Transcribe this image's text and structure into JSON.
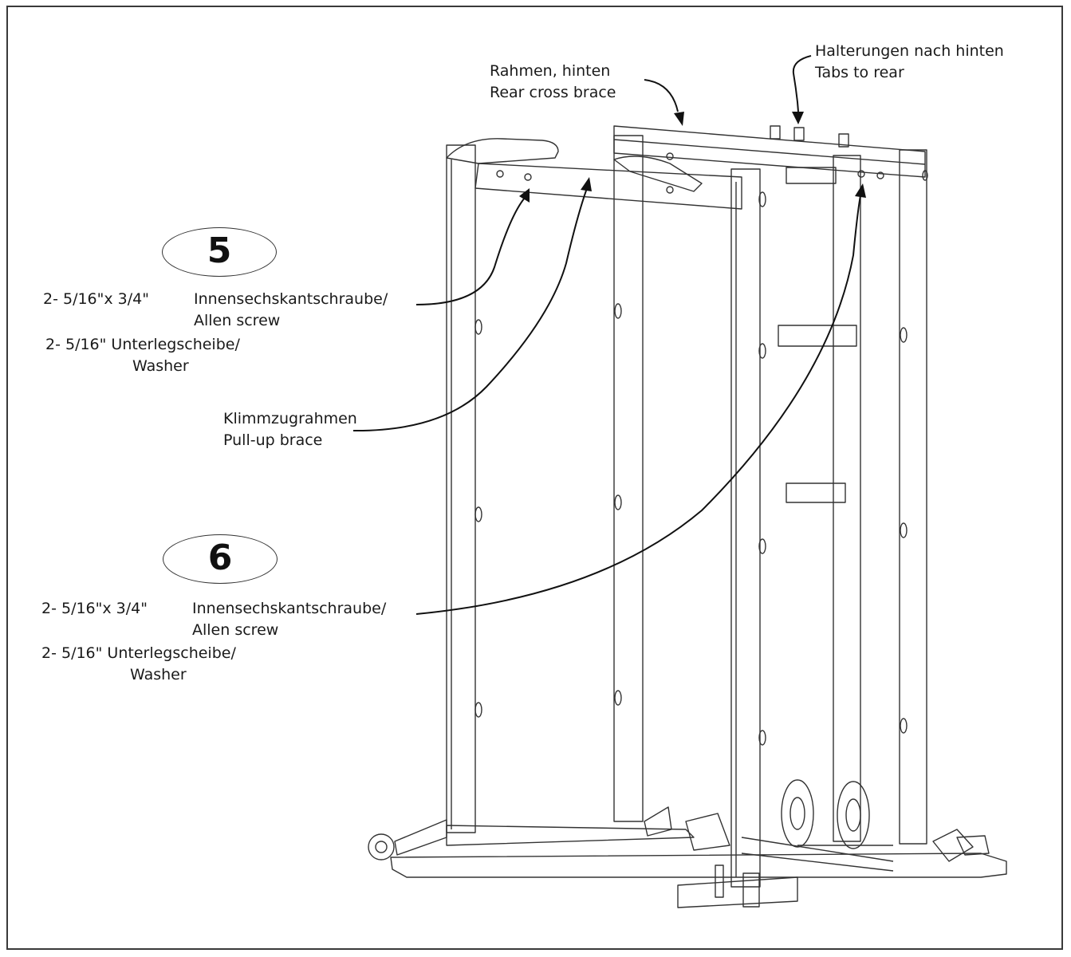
{
  "callouts": {
    "rear_cross_brace": {
      "de": "Rahmen, hinten",
      "en": "Rear cross brace"
    },
    "tabs_to_rear": {
      "de": "Halterungen nach hinten",
      "en": "Tabs to rear"
    },
    "pull_up_brace": {
      "de": "Klimmzugrahmen",
      "en": "Pull-up brace"
    }
  },
  "steps": [
    {
      "number": "5",
      "screw_qty_size": "2- 5/16\"x 3/4\"",
      "screw_de": "Innensechskantschraube/",
      "screw_en": "Allen screw",
      "washer_qty_de": "2- 5/16\" Unterlegscheibe/",
      "washer_en": "Washer"
    },
    {
      "number": "6",
      "screw_qty_size": "2- 5/16\"x 3/4\"",
      "screw_de": "Innensechskantschraube/",
      "screw_en": "Allen screw",
      "washer_qty_de": "2- 5/16\" Unterlegscheibe/",
      "washer_en": "Washer"
    }
  ],
  "colors": {
    "line": "#333333",
    "text": "#1a1a1a"
  }
}
